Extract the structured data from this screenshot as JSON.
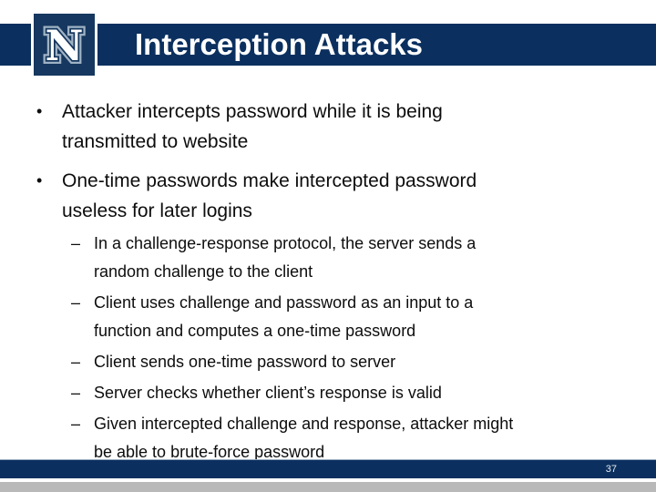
{
  "slide": {
    "title": "Interception Attacks",
    "logo": {
      "letter": "N"
    },
    "content": {
      "bullet_char": "•",
      "dash_char": "–",
      "bullets": [
        {
          "level": 1,
          "text": "Attacker intercepts password while it is being\ntransmitted to website"
        },
        {
          "level": 1,
          "text": "One-time passwords make intercepted password\nuseless for later logins"
        },
        {
          "level": 2,
          "text": "In a challenge-response protocol, the server sends a\nrandom challenge to the client"
        },
        {
          "level": 2,
          "text": "Client uses challenge and password as an input to a\nfunction and computes a one-time password"
        },
        {
          "level": 2,
          "text": "Client sends one-time password to server"
        },
        {
          "level": 2,
          "text": "Server checks whether client’s response is valid"
        },
        {
          "level": 2,
          "text": "Given intercepted challenge and response, attacker might\nbe able to brute-force password"
        }
      ]
    },
    "footer": {
      "slide_number": "37"
    },
    "colors": {
      "navy_bar": "#0B305F",
      "logo_box": "#16375F",
      "logo_outline": "#9FB2C4",
      "footer_top_edge": "#9AABC0",
      "bottom_strip_gray": "#B9B9B9",
      "title_text": "#FFFFFF",
      "body_text": "#0D0D0D"
    }
  }
}
